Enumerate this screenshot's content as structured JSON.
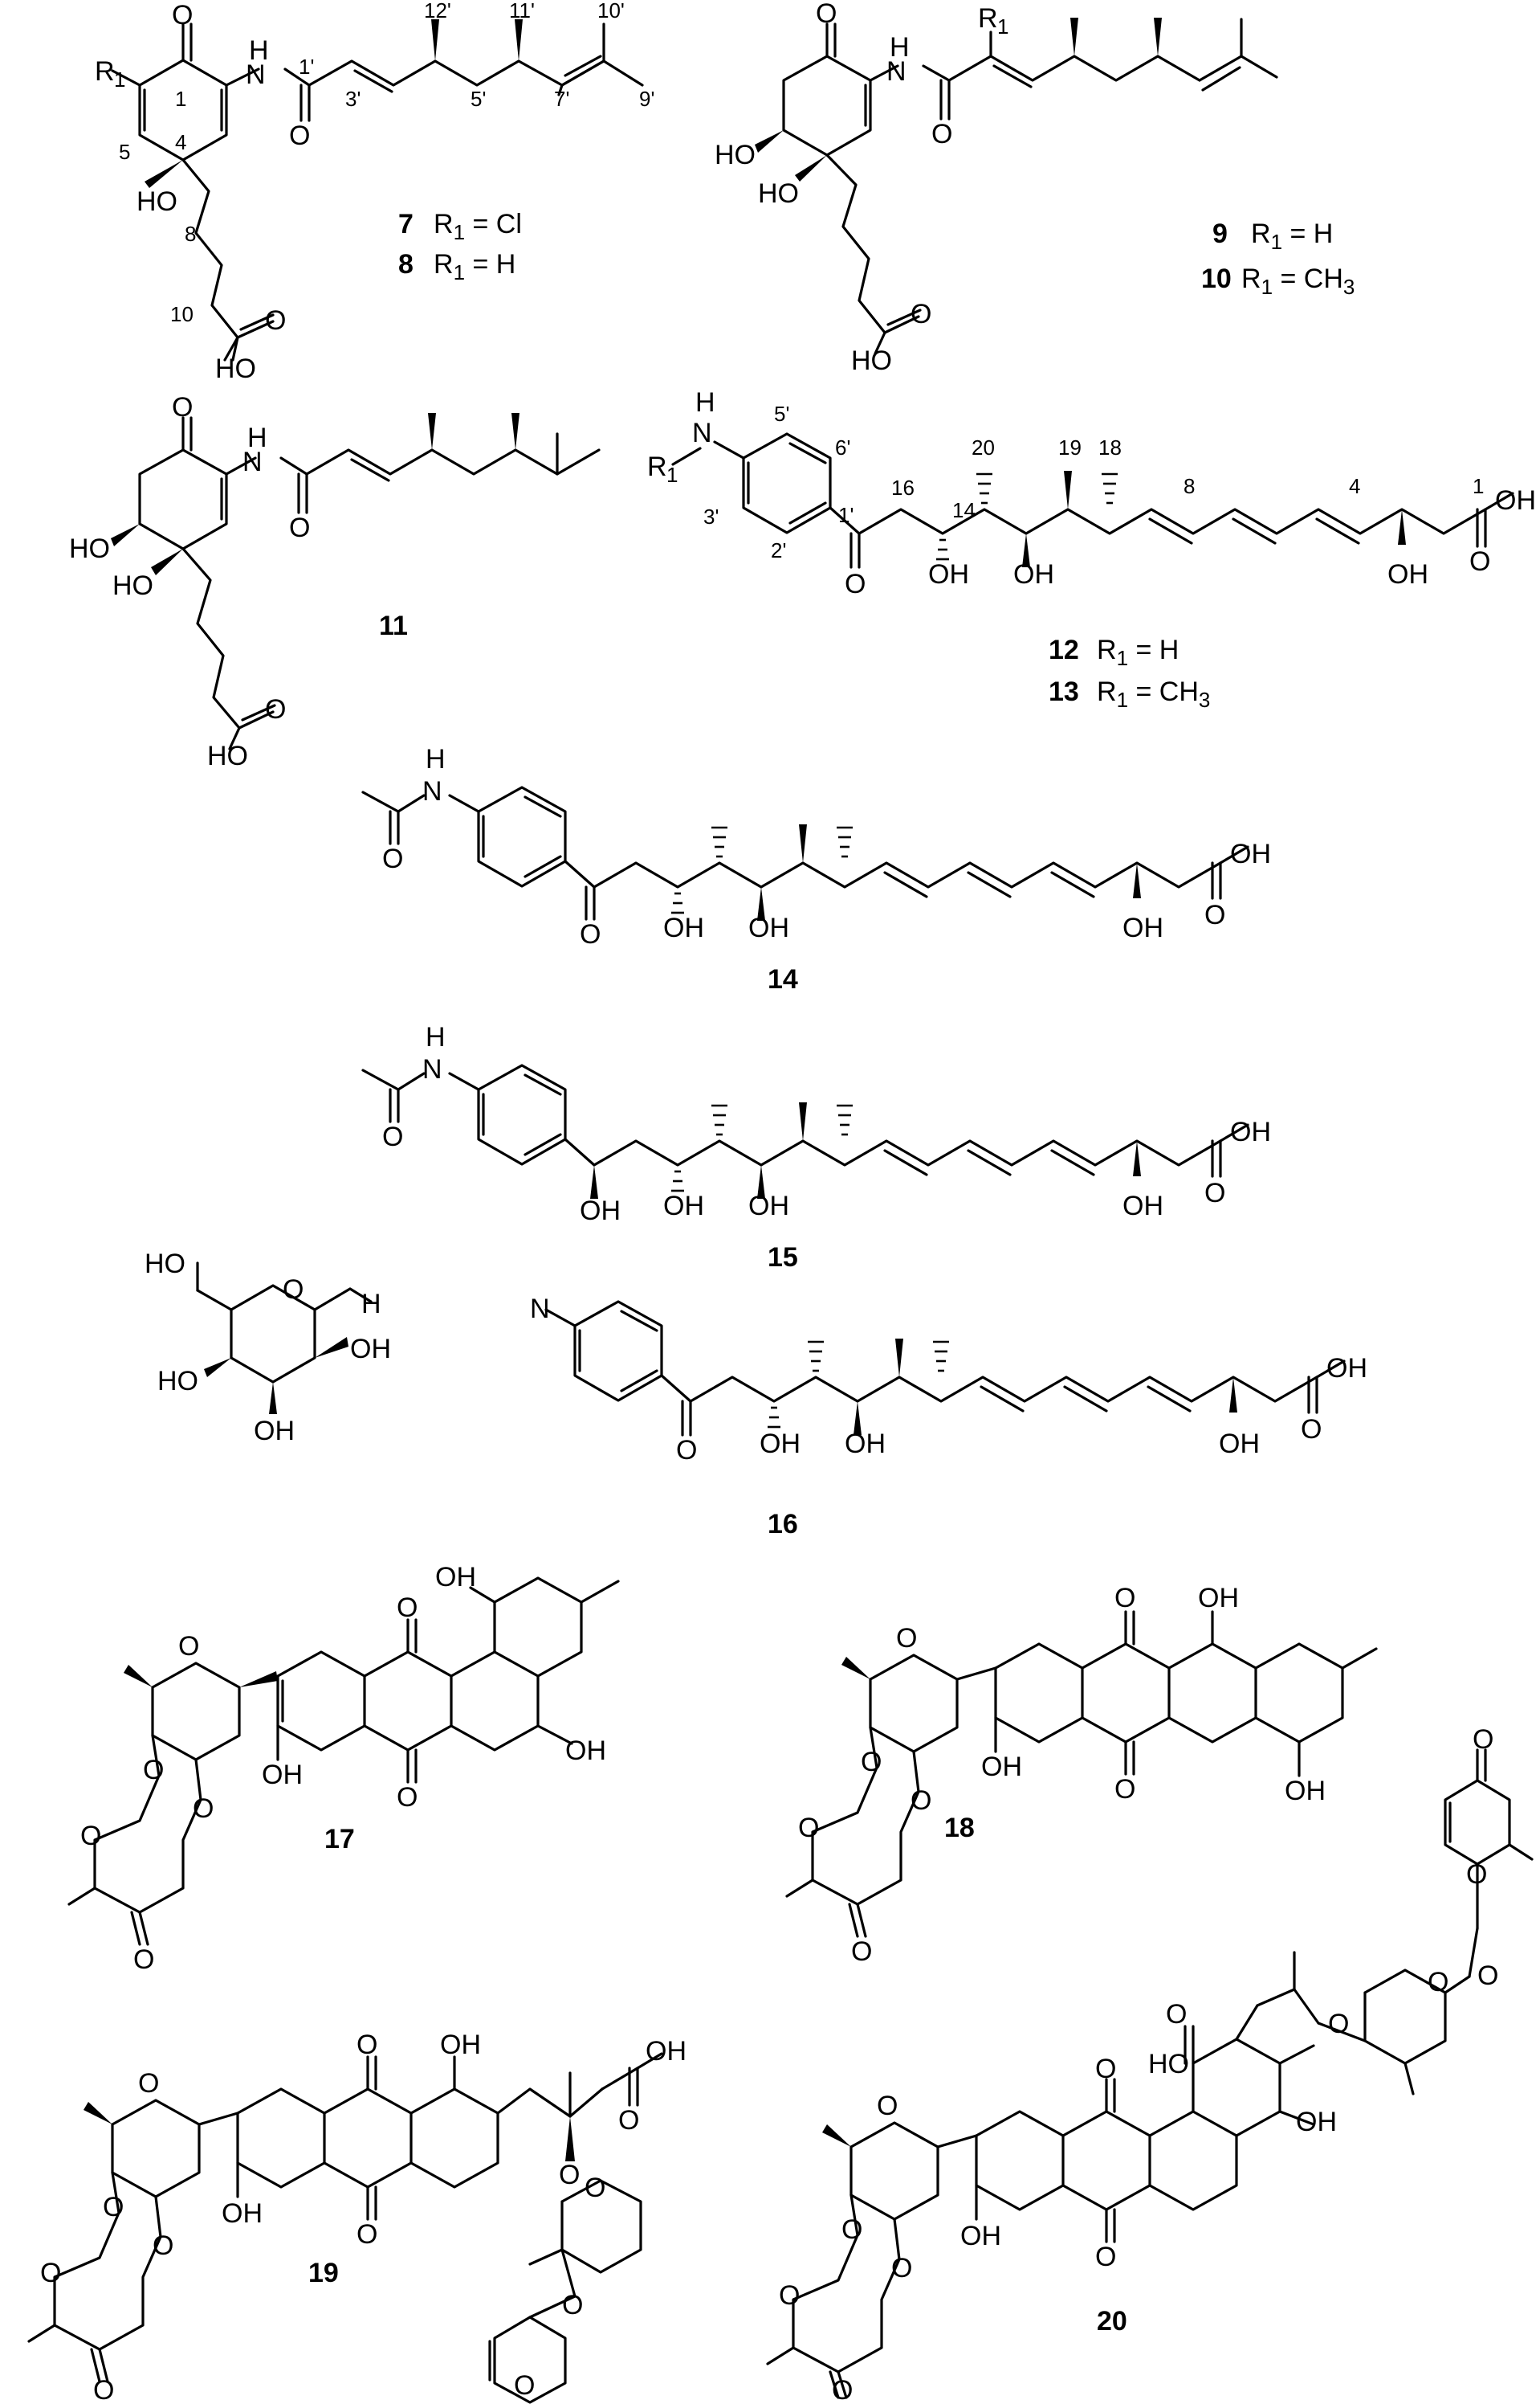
{
  "figure": {
    "atoms": {
      "O": "O",
      "H": "H",
      "N": "N",
      "NH": "NH",
      "OH": "OH",
      "HO": "HO",
      "R1": "R",
      "R1_sub": "1",
      "Cl": "Cl",
      "CH3": "CH",
      "CH3_sub": "3",
      "eq": "="
    },
    "numbering": {
      "c7": [
        "1",
        "4",
        "5",
        "8",
        "10",
        "1'",
        "3'",
        "5'",
        "7'",
        "9'",
        "10'",
        "11'",
        "12'"
      ],
      "c12": [
        "5'",
        "6'",
        "1'",
        "3'",
        "2'",
        "16",
        "14",
        "20",
        "19",
        "18",
        "8",
        "4",
        "1"
      ]
    },
    "compounds": [
      {
        "id": "7",
        "label": "7",
        "r1": "Cl"
      },
      {
        "id": "8",
        "label": "8",
        "r1": "H"
      },
      {
        "id": "9",
        "label": "9",
        "r1": "H"
      },
      {
        "id": "10",
        "label": "10",
        "r1": "CH3"
      },
      {
        "id": "11",
        "label": "11"
      },
      {
        "id": "12",
        "label": "12",
        "r1": "H"
      },
      {
        "id": "13",
        "label": "13",
        "r1": "CH3"
      },
      {
        "id": "14",
        "label": "14"
      },
      {
        "id": "15",
        "label": "15"
      },
      {
        "id": "16",
        "label": "16"
      },
      {
        "id": "17",
        "label": "17"
      },
      {
        "id": "18",
        "label": "18"
      },
      {
        "id": "19",
        "label": "19"
      },
      {
        "id": "20",
        "label": "20"
      }
    ]
  }
}
